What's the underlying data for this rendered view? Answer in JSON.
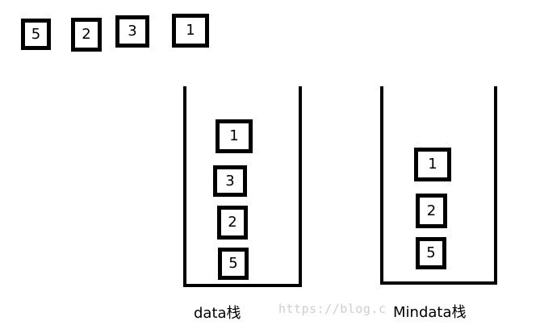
{
  "incoming_elements": {
    "first": "5",
    "second": "2",
    "third": "3",
    "fourth": "1"
  },
  "data_stack": {
    "label": "data栈",
    "items_top_to_bottom": [
      "1",
      "3",
      "2",
      "5"
    ]
  },
  "min_stack": {
    "label": "Mindata栈",
    "items_top_to_bottom": [
      "1",
      "2",
      "5"
    ]
  },
  "watermark": {
    "text": "https://blog.c"
  },
  "colors": {
    "stroke": "#000000",
    "background": "#ffffff",
    "watermark": "#cfcfcf"
  }
}
